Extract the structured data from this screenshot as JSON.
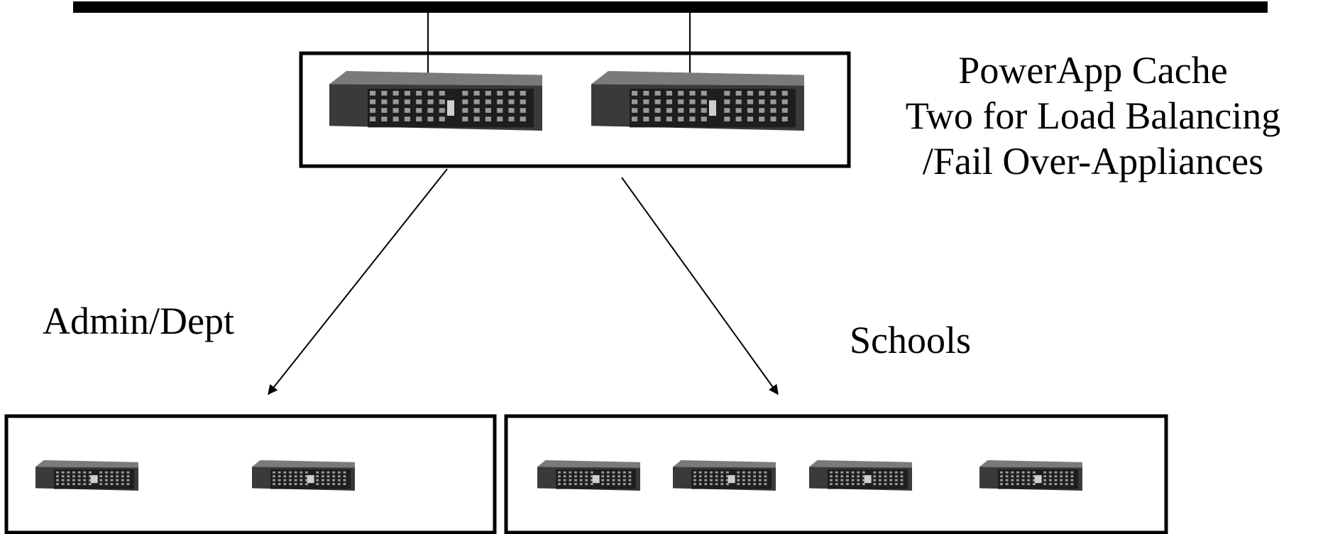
{
  "cache": {
    "caption_lines": [
      "PowerApp Cache",
      "Two for Load Balancing",
      "/Fail Over-Appliances"
    ],
    "appliance_count": 2
  },
  "admin": {
    "label": "Admin/Dept",
    "server_count": 2
  },
  "schools": {
    "label": "Schools",
    "server_count": 4
  },
  "colors": {
    "line": "#000000",
    "server_body": "#3a3a3a",
    "server_top": "#7a7a7a",
    "server_front": "#1e1e1e",
    "background": "#ffffff"
  }
}
